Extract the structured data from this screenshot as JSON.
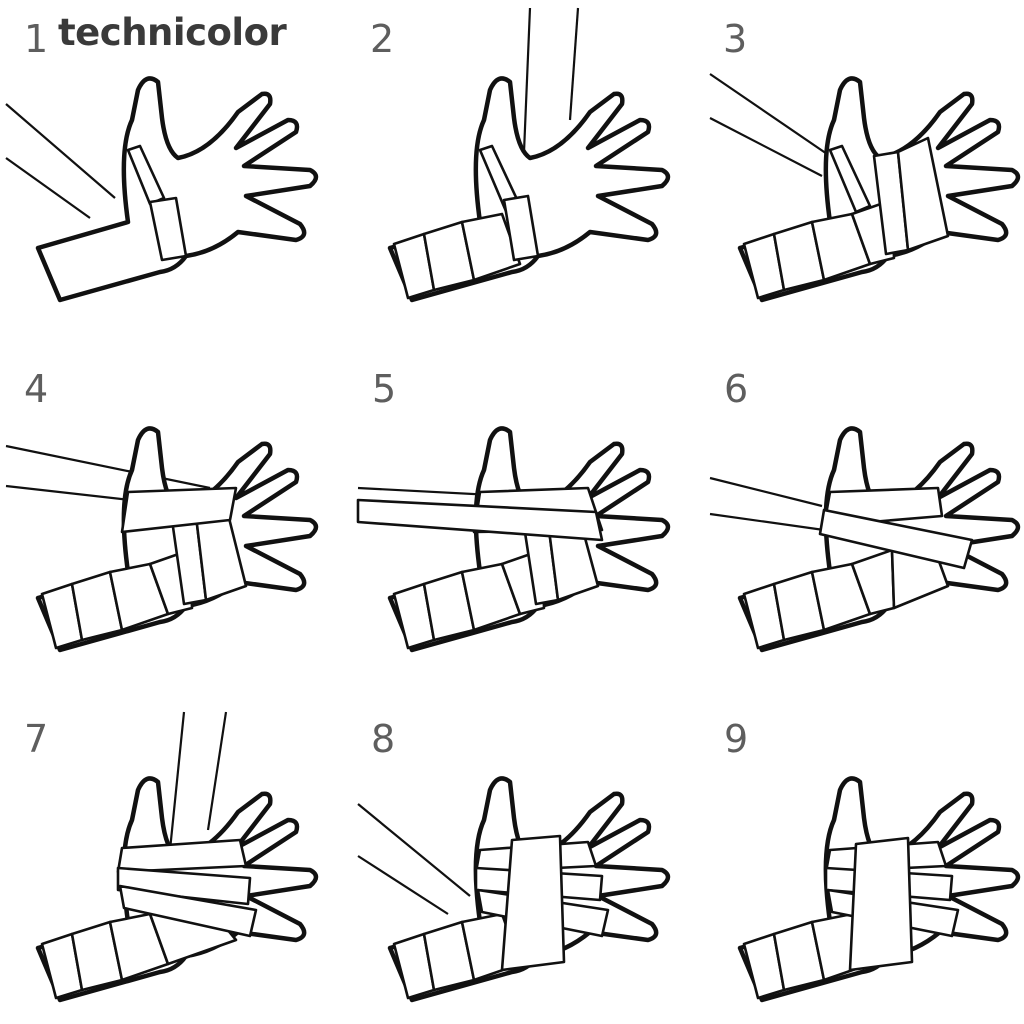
{
  "brand": {
    "name": "technicolor"
  },
  "steps": [
    {
      "label": "1"
    },
    {
      "label": "2"
    },
    {
      "label": "3"
    },
    {
      "label": "4"
    },
    {
      "label": "5"
    },
    {
      "label": "6"
    },
    {
      "label": "7"
    },
    {
      "label": "8"
    },
    {
      "label": "9"
    }
  ]
}
